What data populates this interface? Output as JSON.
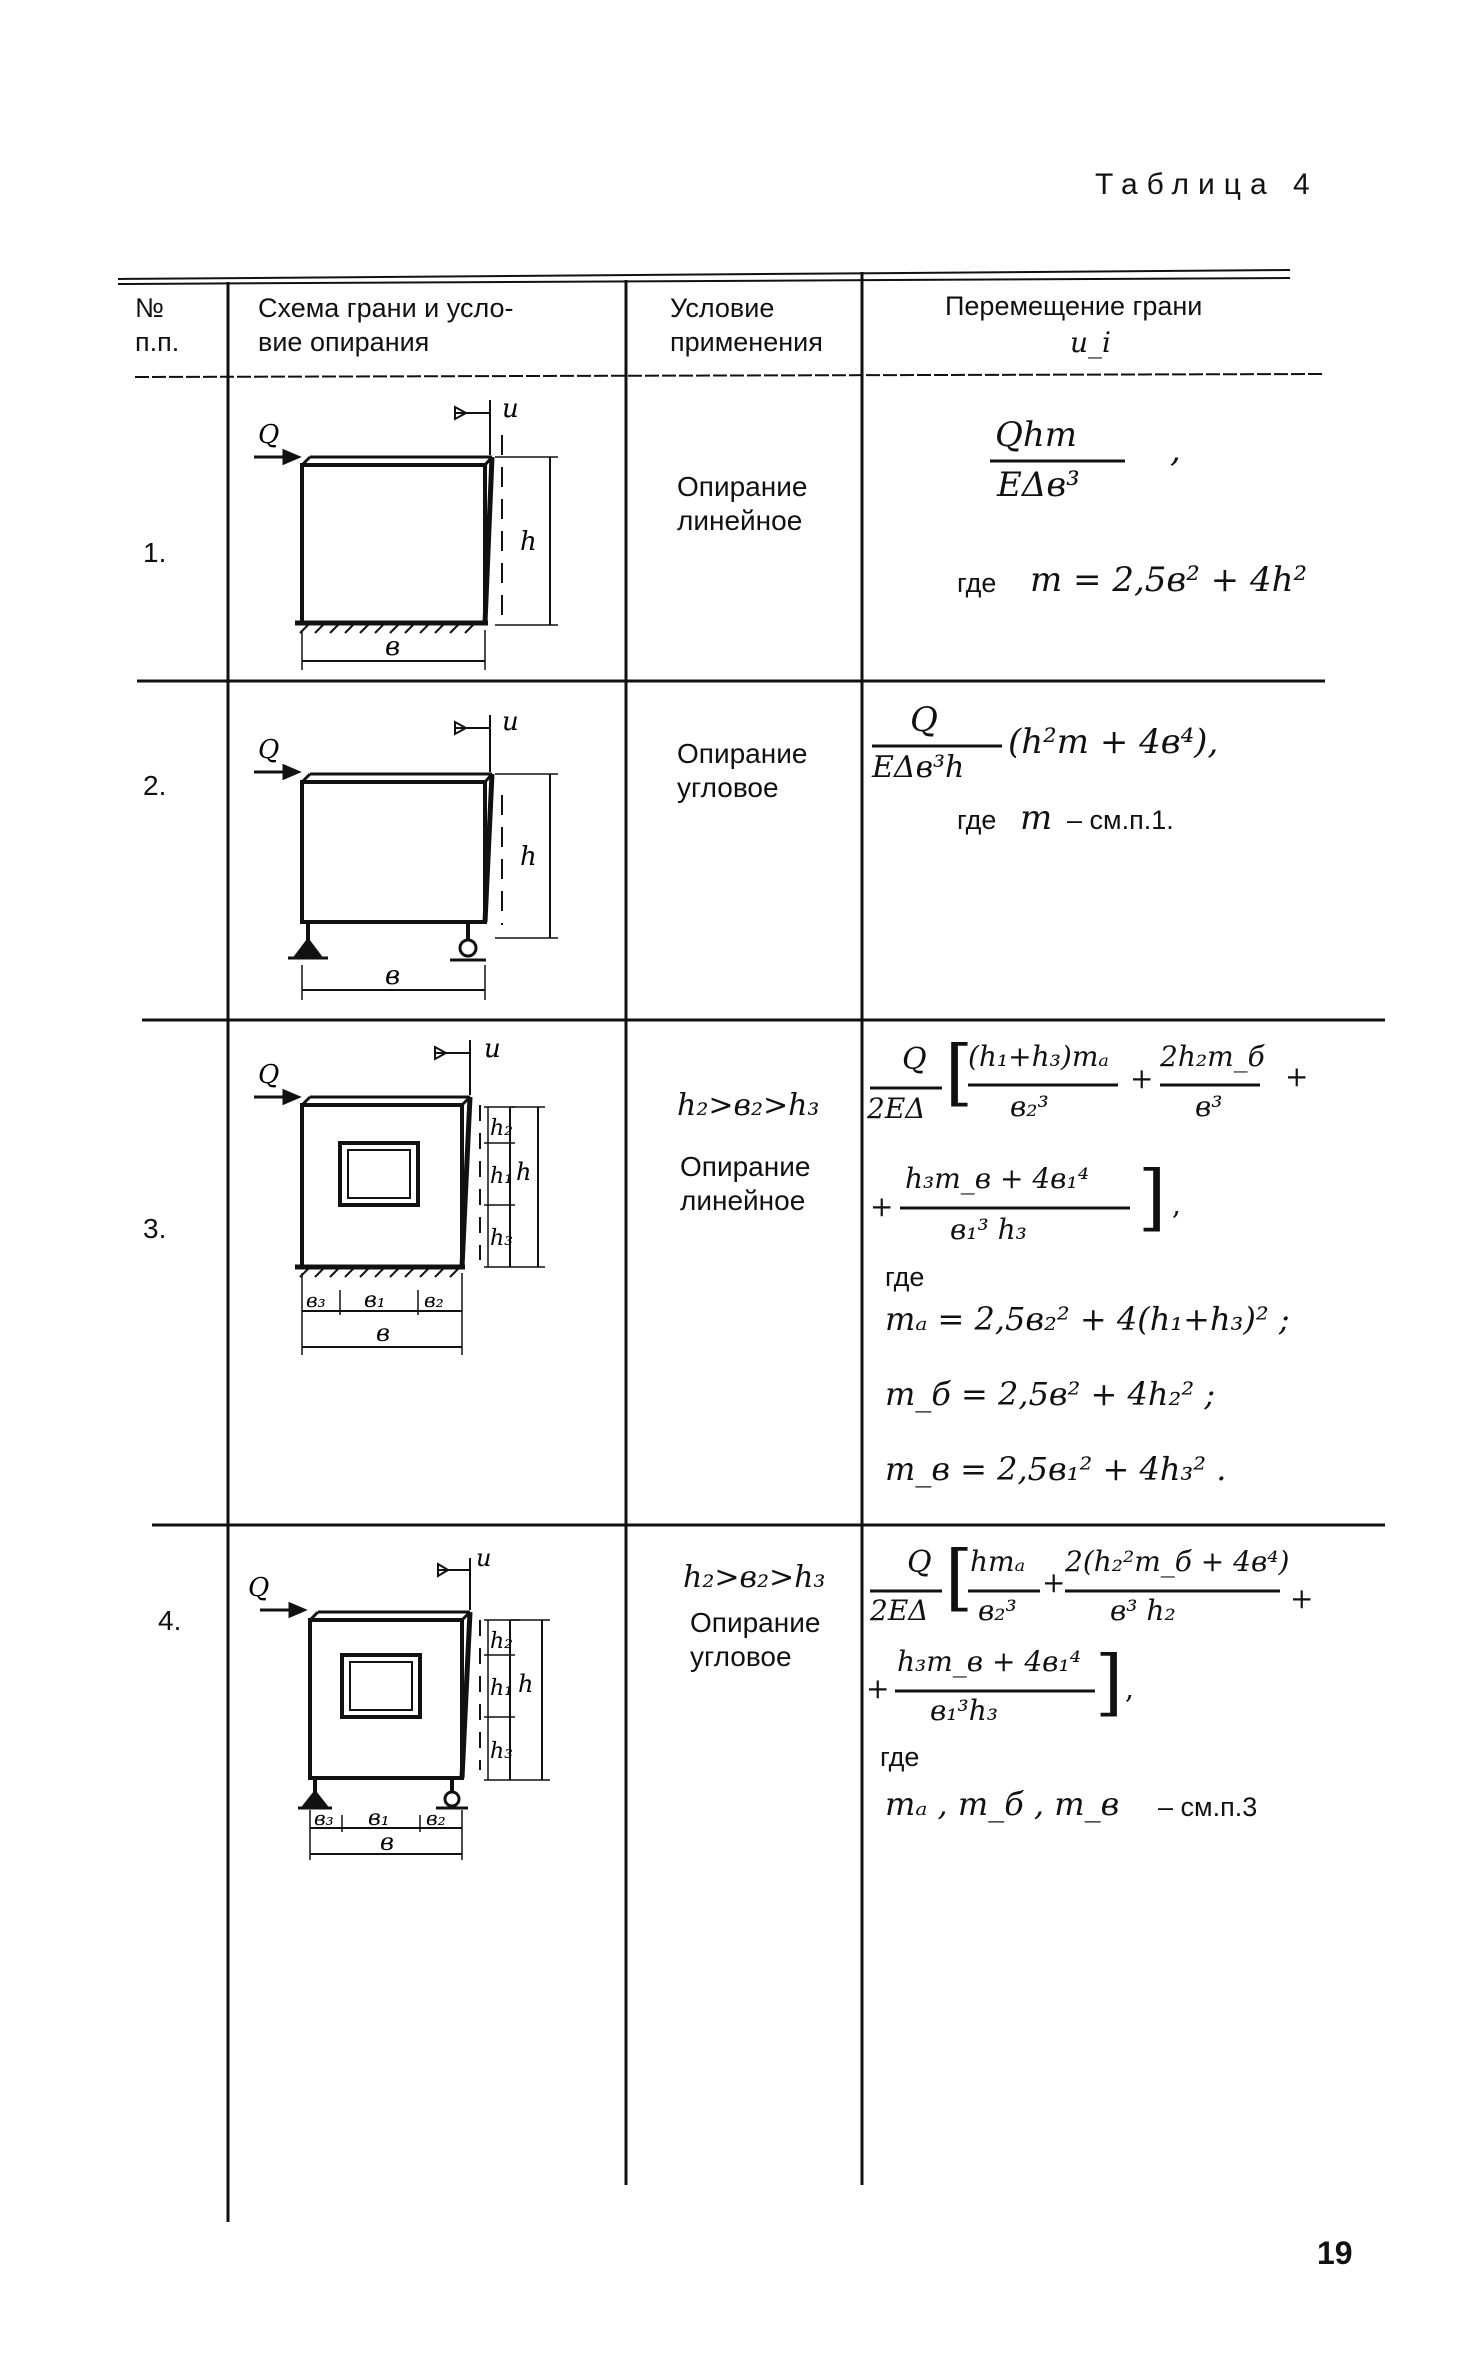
{
  "caption": "Таблица 4",
  "page_number": "19",
  "headers": {
    "num_line1": "№",
    "num_line2": "п.п.",
    "scheme_line1": "Схема грани и усло-",
    "scheme_line2": "вие опирания",
    "cond_line1": "Условие",
    "cond_line2": "применения",
    "disp_line1": "Перемещение грани",
    "disp_line2": "u_i"
  },
  "rows": [
    {
      "num": "1.",
      "cond_line1": "Опирание",
      "cond_line2": "линейное",
      "formula_num": "Qhm",
      "formula_den": "EΔв³",
      "formula_comma": ",",
      "where": "где",
      "where_expr": "m = 2,5в² + 4h²",
      "labels": {
        "Q": "Q",
        "u": "u",
        "h": "h",
        "b": "в"
      }
    },
    {
      "num": "2.",
      "cond_line1": "Опирание",
      "cond_line2": "угловое",
      "formula_num": "Q",
      "formula_den": "EΔв³h",
      "formula_rest": "(h²m + 4в⁴),",
      "where": "где",
      "where_var": "m",
      "where_ref": "– см.п.1.",
      "labels": {
        "Q": "Q",
        "u": "u",
        "h": "h",
        "b": "в"
      }
    },
    {
      "num": "3.",
      "condition": "h₂>в₂>h₃",
      "cond_line1": "Опирание",
      "cond_line2": "линейное",
      "f_lead_num": "Q",
      "f_lead_den": "2EΔ",
      "f_t1_num": "(h₁+h₃)mₐ",
      "f_t1_den": "в₂³",
      "f_t2_num": "2h₂m_б",
      "f_t2_den": "в³",
      "f_t3_num": "h₃m_в + 4в₁⁴",
      "f_t3_den": "в₁³ h₃",
      "where": "где",
      "ma": "mₐ = 2,5в₂² + 4(h₁+h₃)² ;",
      "mb": "m_б = 2,5в² + 4h₂² ;",
      "mv": "m_в = 2,5в₁² + 4h₃² .",
      "labels": {
        "Q": "Q",
        "u": "u",
        "h": "h",
        "h1": "h₁",
        "h2": "h₂",
        "h3": "h₃",
        "b": "в",
        "b1": "в₁",
        "b2": "в₂",
        "b3": "в₃"
      }
    },
    {
      "num": "4.",
      "condition": "h₂>в₂>h₃",
      "cond_line1": "Опирание",
      "cond_line2": "угловое",
      "f_lead_num": "Q",
      "f_lead_den": "2EΔ",
      "f_t1_num": "hmₐ",
      "f_t1_den": "в₂³",
      "f_t2_num": "2(h₂²m_б + 4в⁴)",
      "f_t2_den": "в³ h₂",
      "f_t3_num": "h₃m_в + 4в₁⁴",
      "f_t3_den": "в₁³h₃",
      "where": "где",
      "where_vars": "mₐ , m_б , m_в",
      "where_ref": "– см.п.3",
      "labels": {
        "Q": "Q",
        "u": "u",
        "h": "h",
        "h1": "h₁",
        "h2": "h₂",
        "h3": "h₃",
        "b": "в",
        "b1": "в₁",
        "b2": "в₂",
        "b3": "в₃"
      }
    }
  ]
}
